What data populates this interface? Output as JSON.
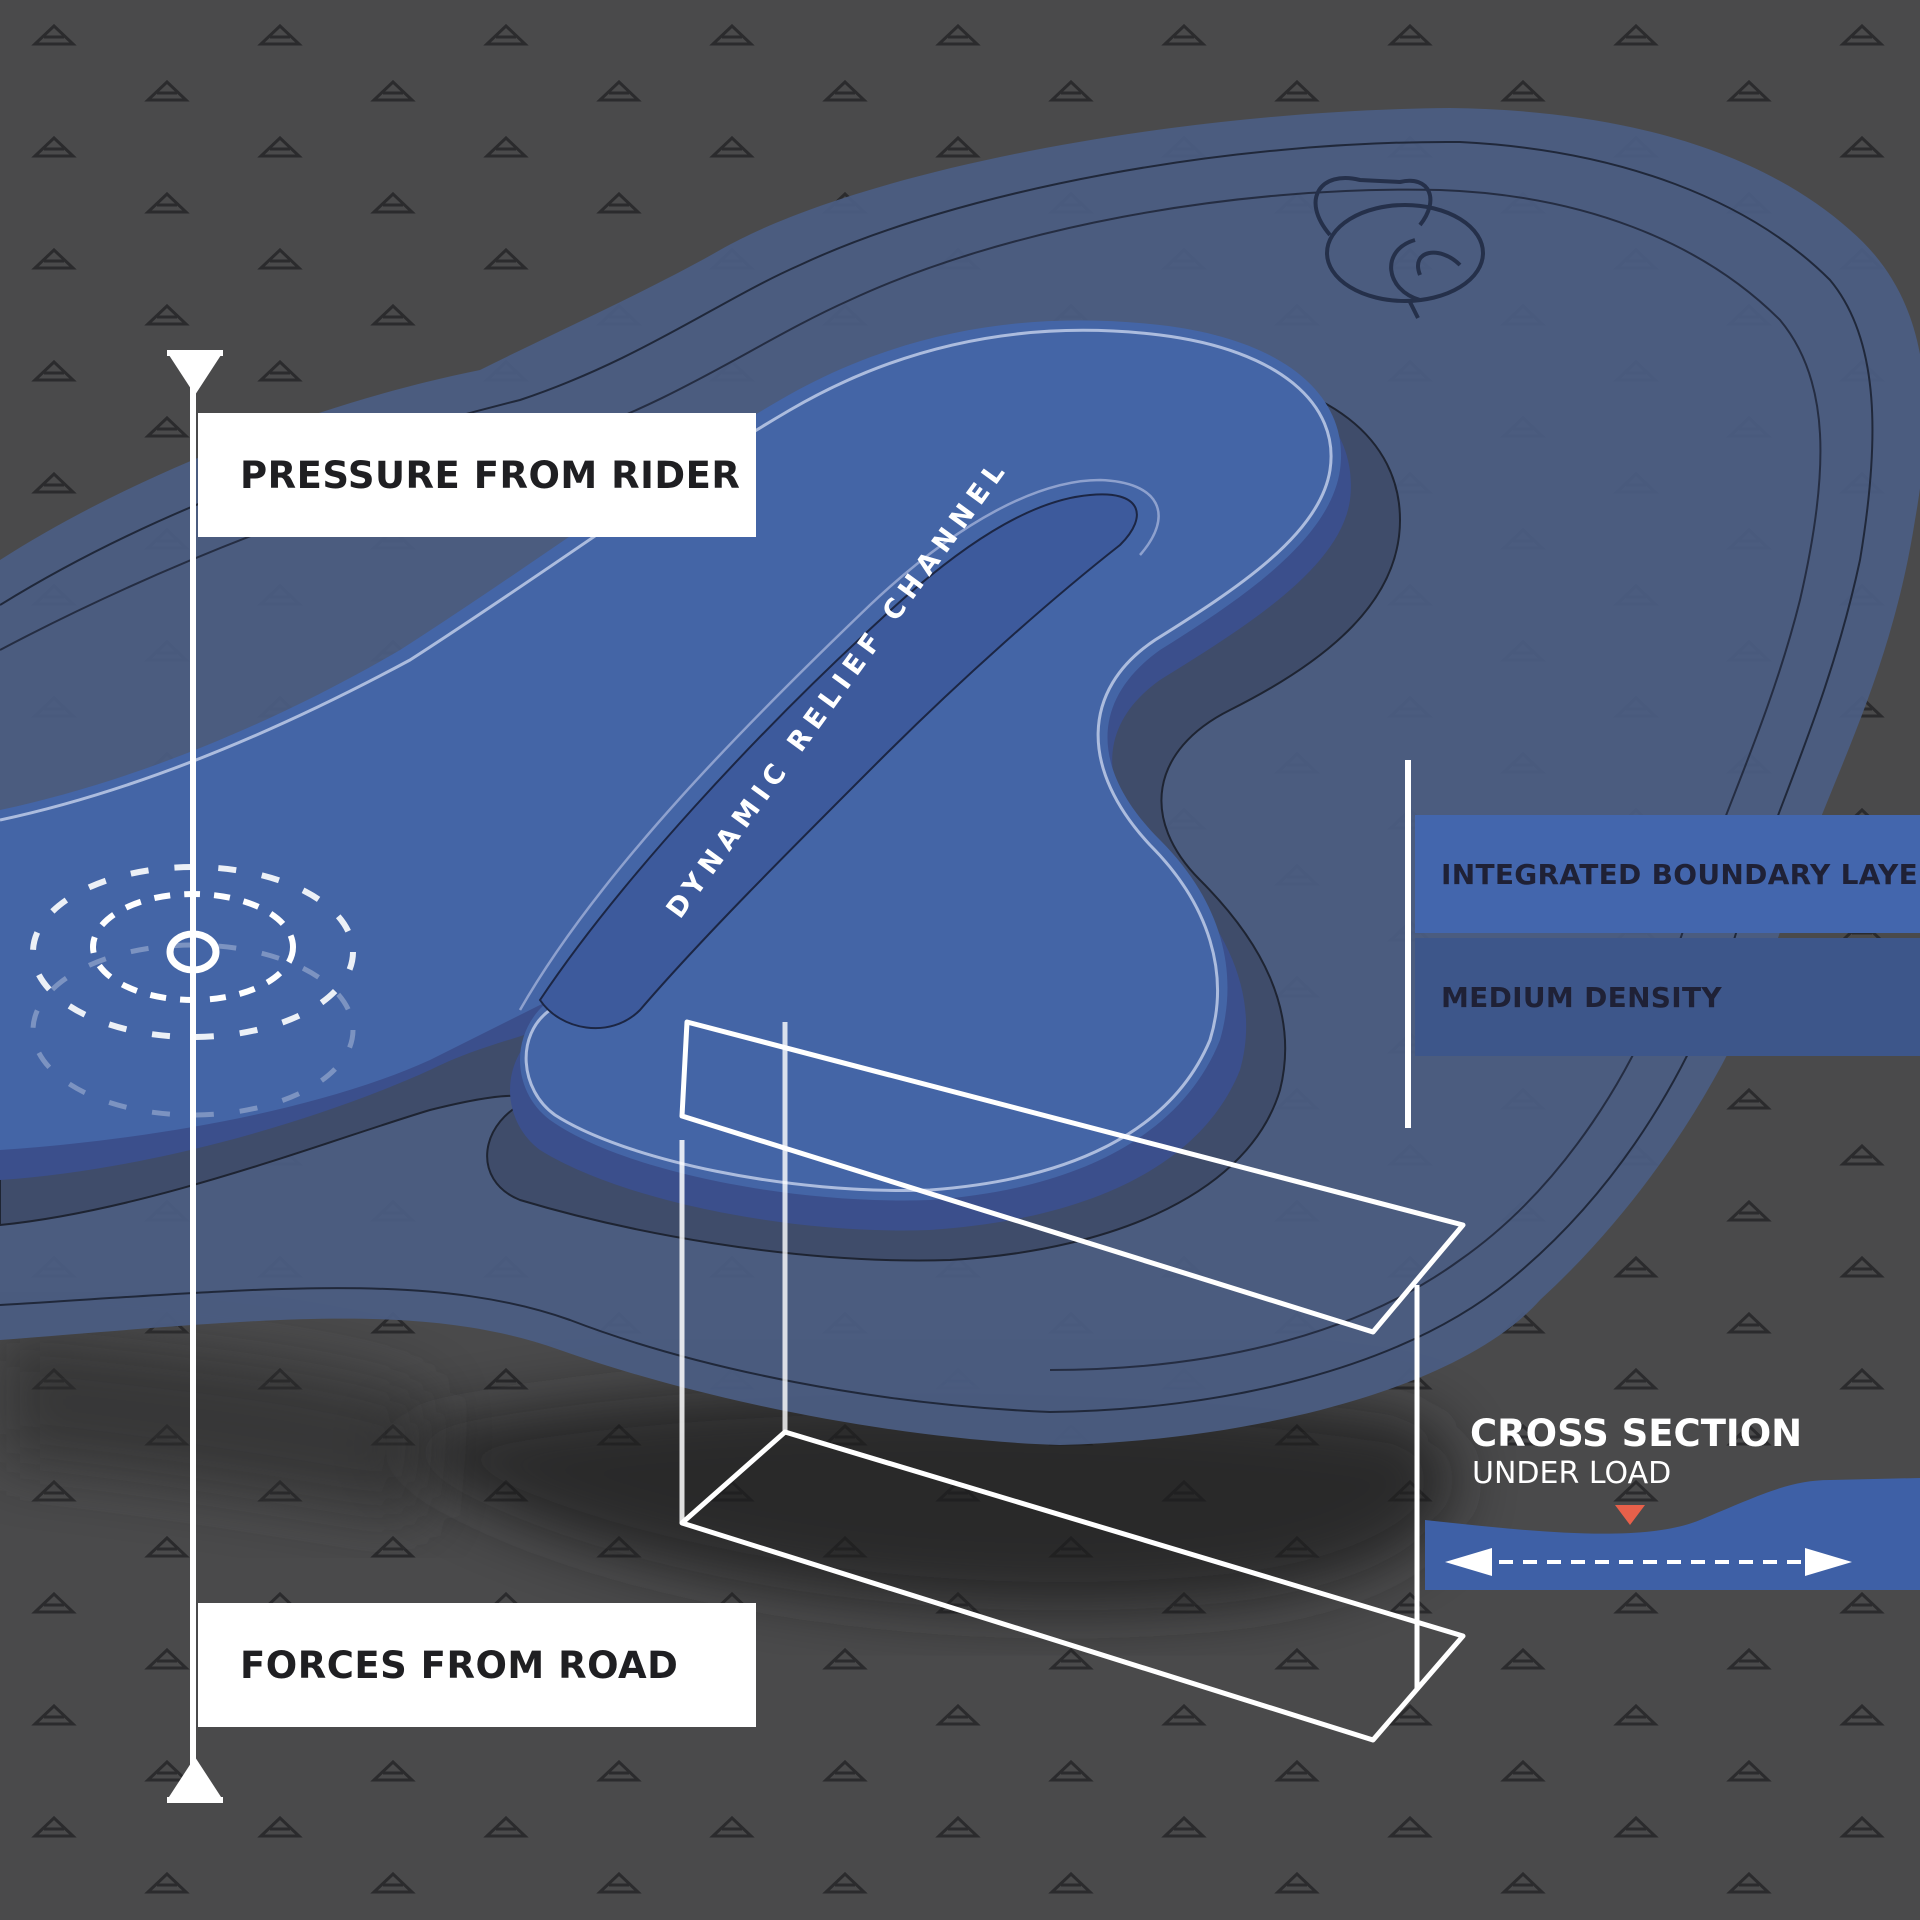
{
  "labels": {
    "pressure": "PRESSURE FROM RIDER",
    "forces": "FORCES FROM ROAD",
    "channel": "DYNAMIC RELIEF CHANNEL"
  },
  "layers": {
    "boundary": "INTEGRATED BOUNDARY LAYER",
    "density": "MEDIUM DENSITY"
  },
  "cross_section": {
    "title": "CROSS SECTION",
    "subtitle": "UNDER LOAD"
  },
  "colors": {
    "background": "#4a4a4b",
    "pad_outer": "#4b5d82",
    "pad_inner": "#4465a6",
    "boundary_band": "#4366ad",
    "density_band": "#3d568a",
    "label_box": "#ffffff",
    "load_marker": "#e8604a"
  },
  "icons": [
    "triangle-pattern-icon",
    "brand-logo-icon",
    "pressure-target-icon",
    "double-arrow-icon"
  ]
}
